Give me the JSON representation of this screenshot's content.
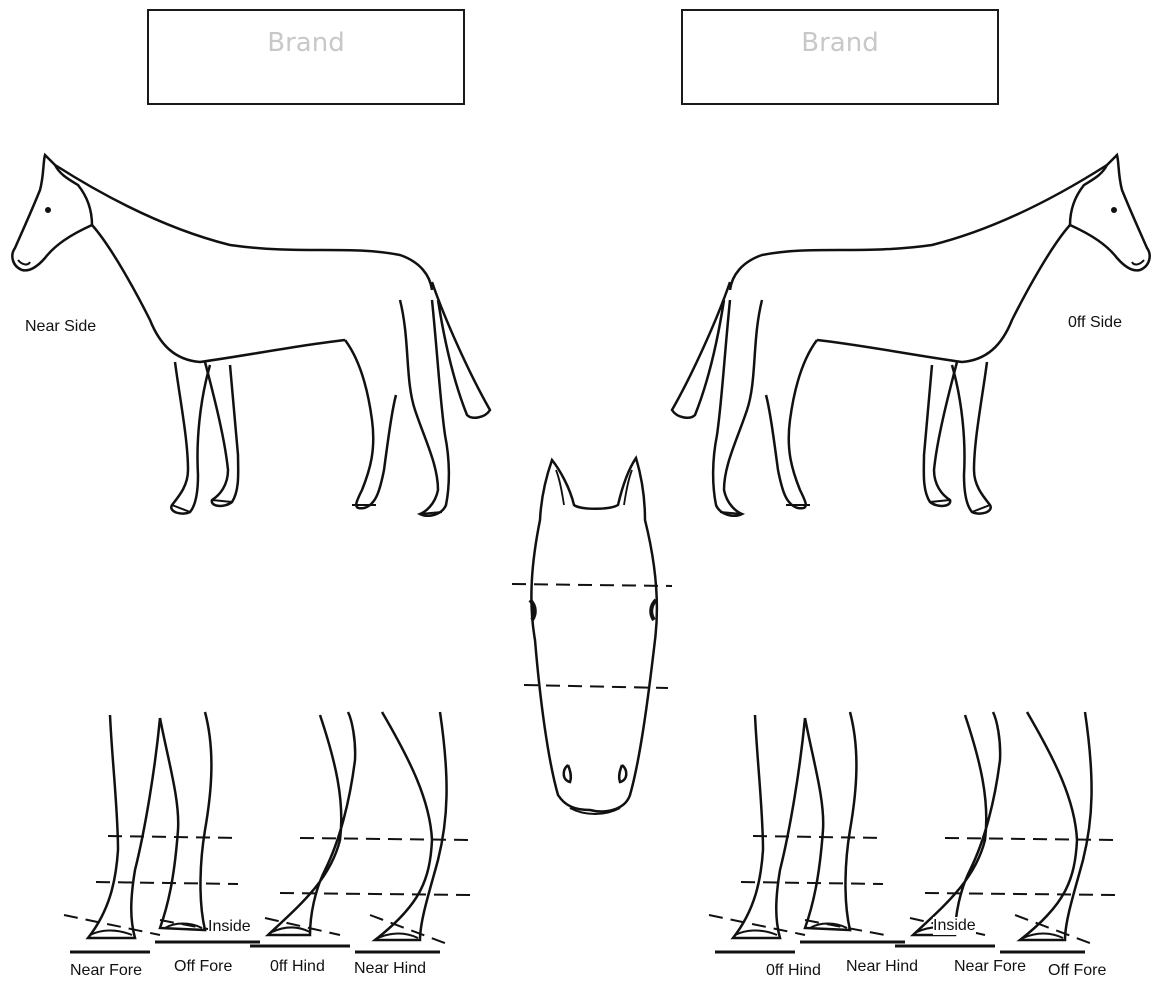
{
  "brand_boxes": [
    {
      "placeholder": "Brand"
    },
    {
      "placeholder": "Brand"
    }
  ],
  "side_views": {
    "near_side_label": "Near Side",
    "off_side_label": "0ff Side"
  },
  "leg_views": {
    "left": {
      "labels": [
        "Near Fore",
        "Off Fore",
        "0ff Hind",
        "Near Hind"
      ],
      "inside_label": "Inside"
    },
    "right": {
      "labels": [
        "0ff Hind",
        "Near Hind",
        "Near Fore",
        "Off Fore"
      ],
      "inside_label": "Inside"
    }
  },
  "colors": {
    "line": "#111111",
    "placeholder_text": "#c8c8c8"
  }
}
